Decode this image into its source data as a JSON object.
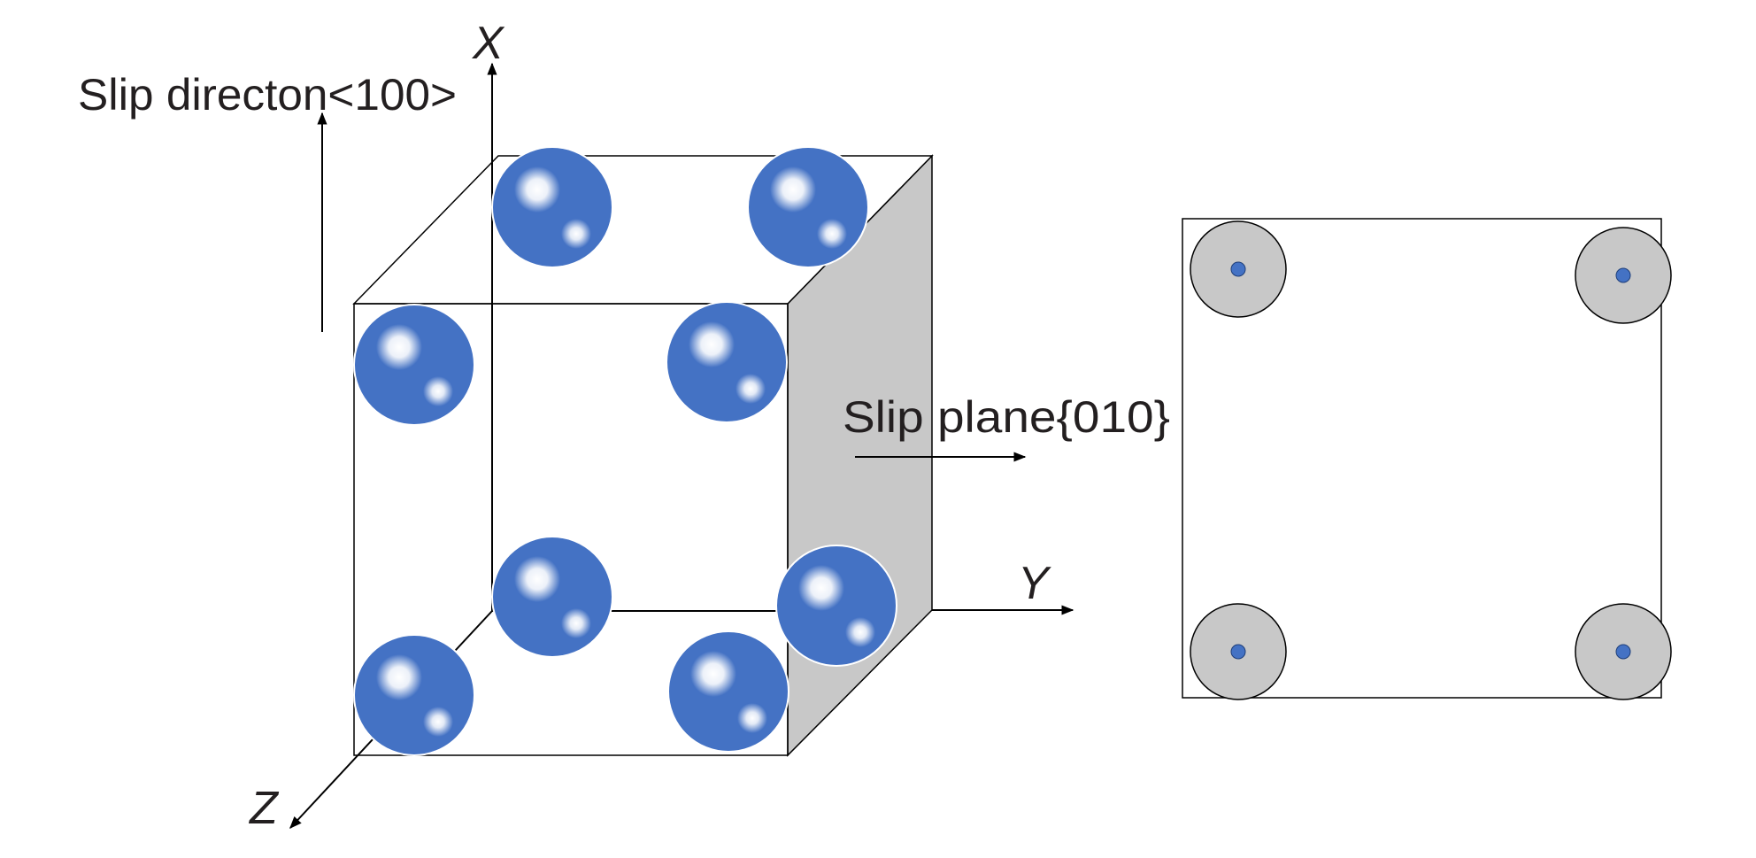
{
  "labels": {
    "slip_direction": "Slip directon<100>",
    "slip_plane": "Slip plane{010}"
  },
  "axes": {
    "x": "X",
    "y": "Y",
    "z": "Z"
  },
  "colors": {
    "atom": "#4472c4",
    "atom_highlight": "#ffffff",
    "shaded_face": "#c8c8c8",
    "projection_atom": "#c8c8c8",
    "projection_center": "#4472c4",
    "line": "#000000",
    "text": "#231f20"
  }
}
